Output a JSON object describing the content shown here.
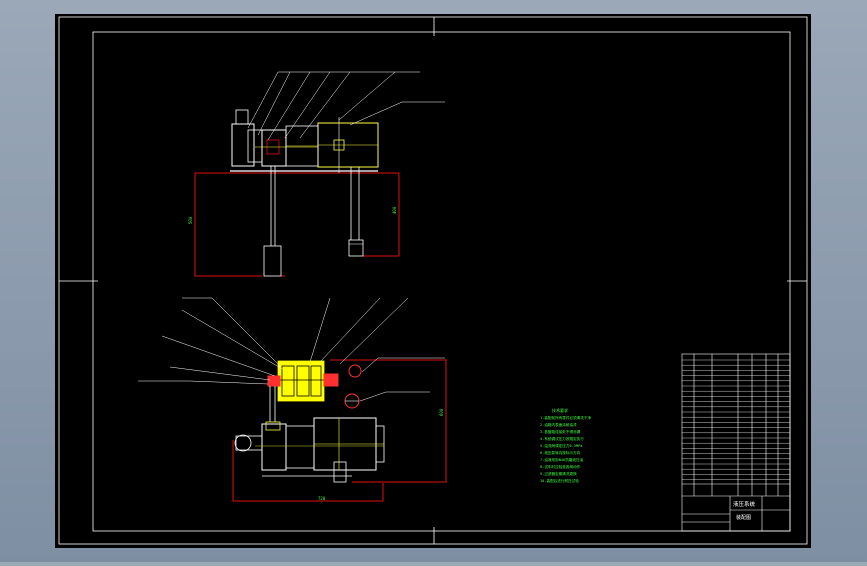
{
  "drawing": {
    "title_block": {
      "name_line1": "液压系统",
      "name_line2": "装配图"
    },
    "tech_notes": {
      "heading": "技术要求",
      "lines": [
        "1.装配前所有零件必须清洗干净",
        "2.油箱内表面涂耐油漆",
        "3.各管路连接处不得渗漏",
        "4.系统调试压力按规定执行",
        "5.溢流阀调定压力6.3MPa",
        "6.液压泵转向按标示方向",
        "7.油液采用N46抗磨液压油",
        "8.试车时应检查各阀动作",
        "9.过滤器定期清洗更换",
        "10.装配后进行耐压试验"
      ]
    },
    "dimensions": {
      "left_height": "500",
      "right_height": "400",
      "bottom_width": "720",
      "right_side": "600"
    }
  }
}
